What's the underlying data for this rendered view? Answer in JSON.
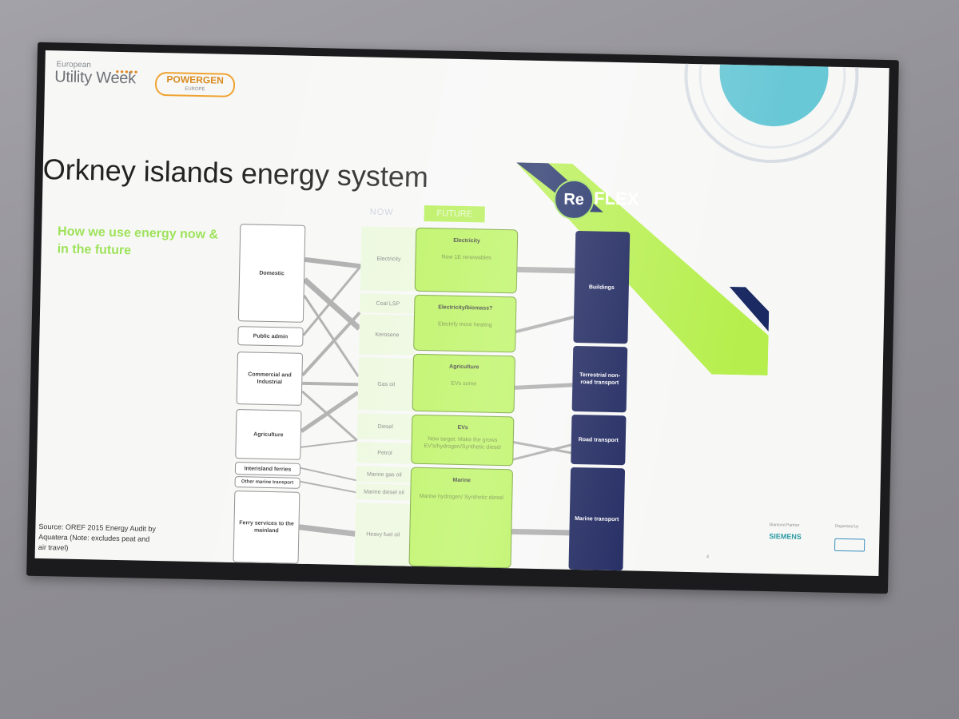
{
  "slide": {
    "brand_small": "European",
    "brand_main": "Utility Week",
    "powergen_name": "POWERGEN",
    "powergen_sub": "EUROPE",
    "title": "Orkney islands energy system",
    "subtitle": "How we use energy now & in the future",
    "now_label": "NOW",
    "future_label": "FUTURE",
    "reflex_logo": "Re",
    "reflex_logo_rest": "FLEX",
    "source_note": "Source: OREF 2015 Energy Audit by Aquatera (Note: excludes peat and air travel)",
    "sponsor_label": "Diamond Partner",
    "organiser_label": "Organised by",
    "sponsor_name": "SIEMENS",
    "page_number": "4"
  },
  "sectors": [
    {
      "label": "Domestic"
    },
    {
      "label": "Public admin"
    },
    {
      "label": "Commercial and Industrial"
    },
    {
      "label": "Agriculture"
    },
    {
      "label": "Interisland ferries"
    },
    {
      "label": "Other marine transport"
    },
    {
      "label": "Ferry services to the mainland"
    }
  ],
  "fuels_now": [
    {
      "label": "Electricity"
    },
    {
      "label": "Coal LSP"
    },
    {
      "label": "Kerosene"
    },
    {
      "label": "Gas oil"
    },
    {
      "label": "Diesel"
    },
    {
      "label": "Petrol"
    },
    {
      "label": "Marine gas oil"
    },
    {
      "label": "Marine diesel oil"
    },
    {
      "label": "Heavy fuel oil"
    }
  ],
  "future": [
    {
      "title": "Electricity",
      "note": "Now 1E renewables"
    },
    {
      "title": "Electricity/biomass?",
      "note": "Electrify more heating"
    },
    {
      "title": "Agriculture",
      "note": "EVs some"
    },
    {
      "title": "EVs",
      "note": "Now target: Make the grows EV's/hydrogen/Synthetic diesel"
    },
    {
      "title": "Marine",
      "note": "Marine hydrogen/ Synthetic diesel"
    }
  ],
  "end_uses": [
    {
      "label": "Buildings"
    },
    {
      "label": "Terrestrial non-road transport"
    },
    {
      "label": "Road transport"
    },
    {
      "label": "Marine transport"
    }
  ],
  "colors": {
    "navy": "#17205a",
    "green": "#b9f35a",
    "accent_green": "#9ee25a",
    "teal": "#69c8d6"
  }
}
